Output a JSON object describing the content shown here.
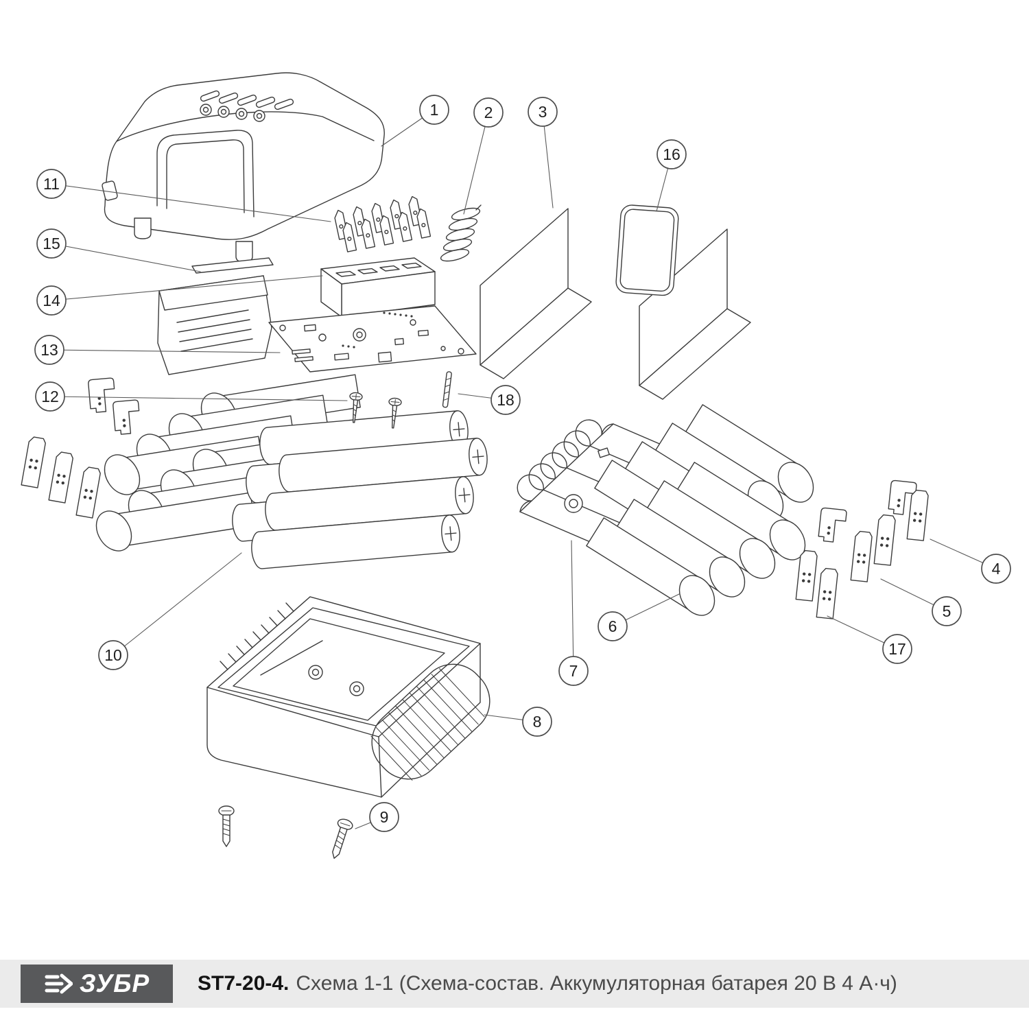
{
  "callouts": [
    {
      "label": "1"
    },
    {
      "label": "2"
    },
    {
      "label": "3"
    },
    {
      "label": "4"
    },
    {
      "label": "5"
    },
    {
      "label": "6"
    },
    {
      "label": "7"
    },
    {
      "label": "8"
    },
    {
      "label": "9"
    },
    {
      "label": "10"
    },
    {
      "label": "11"
    },
    {
      "label": "12"
    },
    {
      "label": "13"
    },
    {
      "label": "14"
    },
    {
      "label": "15"
    },
    {
      "label": "16"
    },
    {
      "label": "17"
    },
    {
      "label": "18"
    }
  ],
  "footer": {
    "brand": "ЗУБР",
    "model": "ST7-20-4.",
    "description": "Схема 1-1 (Схема-состав. Аккумуляторная батарея 20 В 4 А·ч)"
  }
}
